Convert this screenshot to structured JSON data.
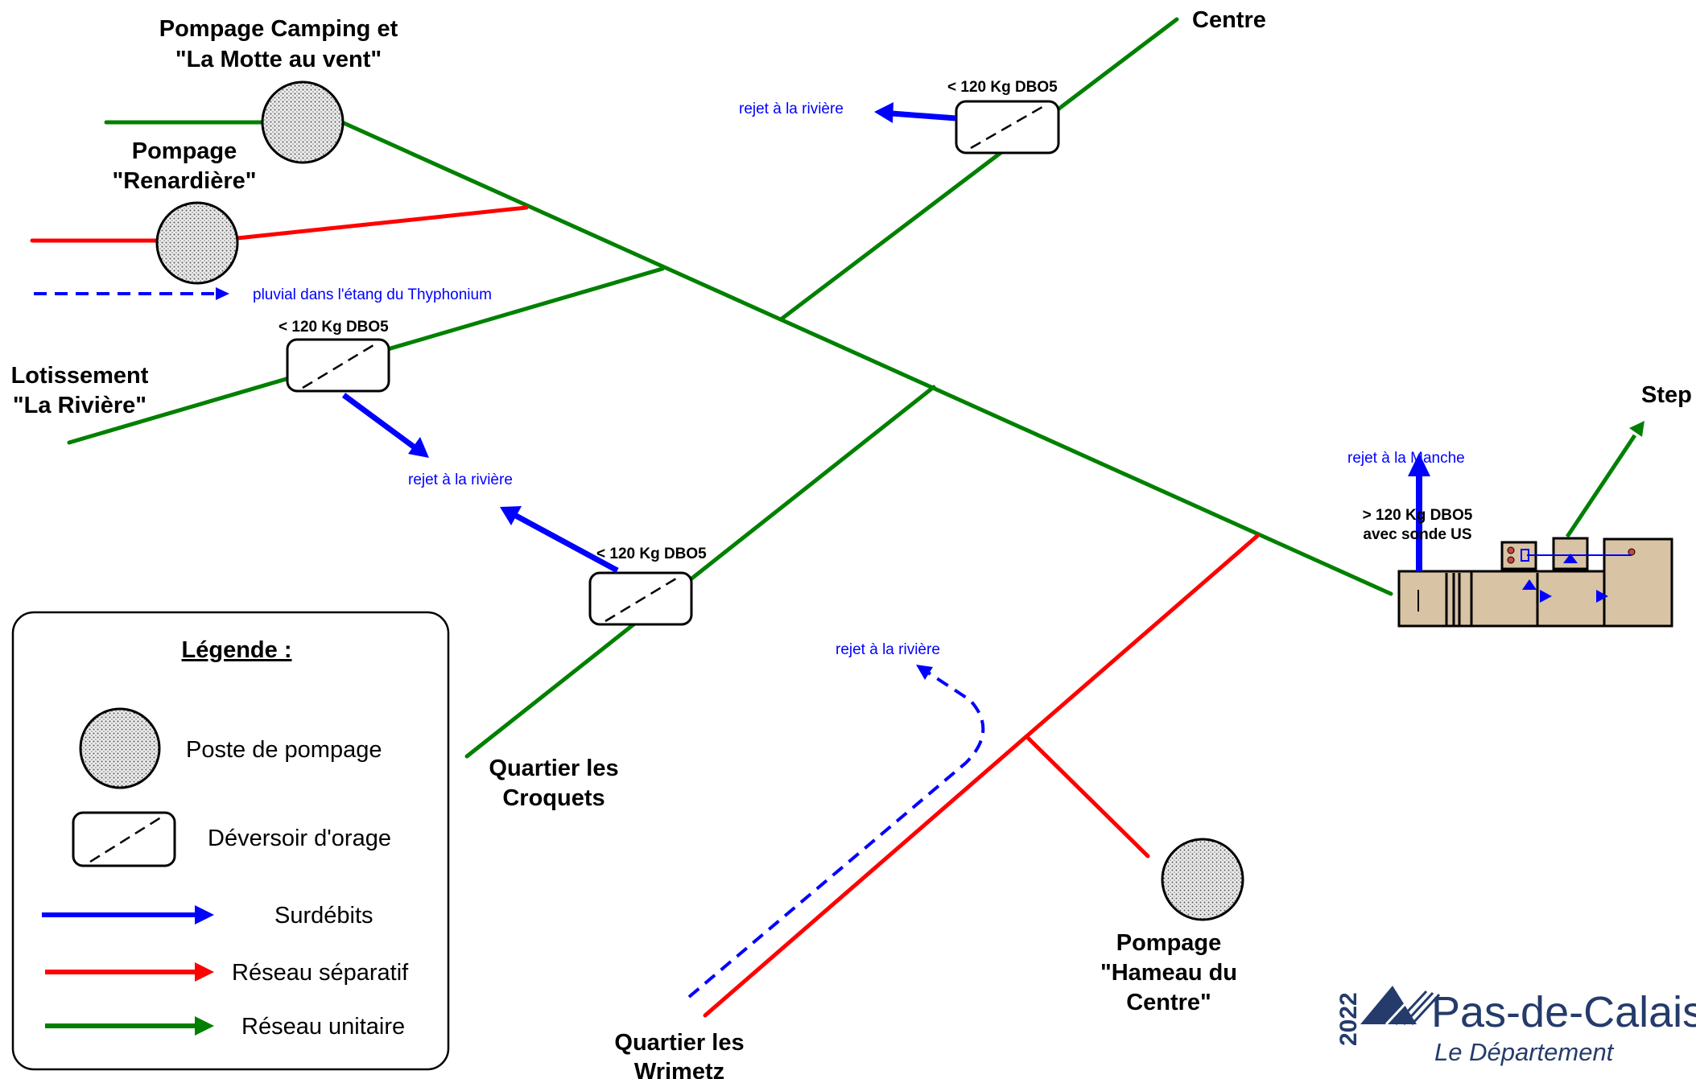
{
  "labels": {
    "camping": [
      "Pompage Camping et",
      "\"La Motte au vent\""
    ],
    "renardiere": [
      "Pompage",
      "\"Renardière\""
    ],
    "lotissement": [
      "Lotissement",
      "\"La Rivière\""
    ],
    "centre": "Centre",
    "step": "Step",
    "croquets": [
      "Quartier les",
      "Croquets"
    ],
    "wrimetz": [
      "Quartier les",
      "Wrimetz"
    ],
    "hameau": [
      "Pompage",
      "\"Hameau du",
      "Centre\""
    ]
  },
  "annotations": {
    "pluvial": "pluvial dans l'étang du Thyphonium",
    "rejet_riviere_1": "rejet à la rivière",
    "rejet_riviere_2": "rejet à la rivière",
    "rejet_riviere_3": "rejet à la rivière",
    "rejet_manche": "rejet à la Manche",
    "dbo5_1": "< 120 Kg DBO5",
    "dbo5_2": "< 120 Kg DBO5",
    "dbo5_3": "< 120 Kg DBO5",
    "step_dbo5": [
      "> 120 Kg DBO5",
      "avec sonde US"
    ]
  },
  "legend": {
    "title": "Légende :",
    "items": [
      {
        "label": "Poste de pompage",
        "symbol": "pump-station"
      },
      {
        "label": "Déversoir d'orage",
        "symbol": "storm-overflow"
      },
      {
        "label": "Surdébits",
        "symbol": "blue-arrow"
      },
      {
        "label": "Réseau séparatif",
        "symbol": "red-arrow"
      },
      {
        "label": "Réseau unitaire",
        "symbol": "green-arrow"
      }
    ]
  },
  "branding": {
    "year": "2022",
    "name": "Pas-de-Calais",
    "subtitle": "Le Département"
  },
  "colors": {
    "unitaire": "#008000",
    "separatif": "#ff0000",
    "surdebits": "#0000ff",
    "step_fill": "#d8c3a5",
    "brand": "#243b6b"
  }
}
